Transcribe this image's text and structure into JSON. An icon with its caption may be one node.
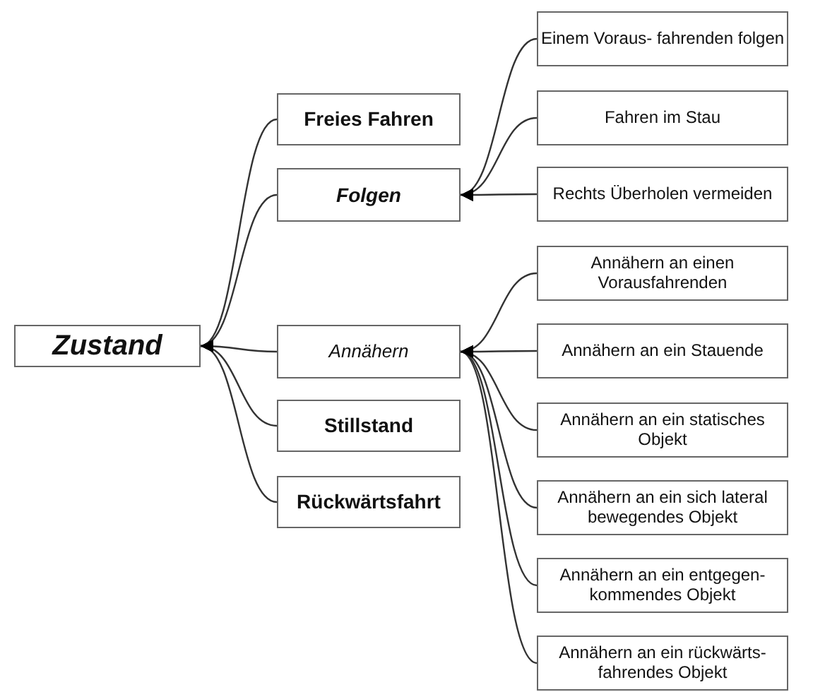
{
  "diagram": {
    "nodes": [
      {
        "text": [
          "Zustand"
        ]
      },
      {
        "text": [
          "Freies Fahren"
        ]
      },
      {
        "text": [
          "Folgen"
        ]
      },
      {
        "text": [
          "Annähern"
        ]
      },
      {
        "text": [
          "Stillstand"
        ]
      },
      {
        "text": [
          "Rückwärtsfahrt"
        ]
      },
      {
        "text": [
          "Einem Voraus- fahrenden folgen"
        ]
      },
      {
        "text": [
          "Fahren im Stau"
        ]
      },
      {
        "text": [
          "Rechts Überholen vermeiden"
        ]
      },
      {
        "text": [
          "Annähern an einen Vorausfahrenden"
        ]
      },
      {
        "text": [
          "Annähern an ein Stauende"
        ]
      },
      {
        "text": [
          "Annähern an ein statisches Objekt"
        ]
      },
      {
        "text": [
          "Annähern an ein sich lateral bewegendes Objekt"
        ]
      },
      {
        "text": [
          "Annähern an ein entgegen- kommendes Objekt"
        ]
      },
      {
        "text": [
          "Annähern an ein rückwärts- fahrendes Objekt"
        ]
      }
    ],
    "edges": [
      {
        "from": 1,
        "to": 0,
        "arrow": "to"
      },
      {
        "from": 2,
        "to": 0,
        "arrow": "to"
      },
      {
        "from": 3,
        "to": 0,
        "arrow": "to"
      },
      {
        "from": 4,
        "to": 0,
        "arrow": "to"
      },
      {
        "from": 5,
        "to": 0,
        "arrow": "to"
      },
      {
        "from": 6,
        "to": 2,
        "arrow": "to"
      },
      {
        "from": 7,
        "to": 2,
        "arrow": "to"
      },
      {
        "from": 8,
        "to": 2,
        "arrow": "to"
      },
      {
        "from": 9,
        "to": 3,
        "arrow": "to"
      },
      {
        "from": 10,
        "to": 3,
        "arrow": "to"
      },
      {
        "from": 11,
        "to": 3,
        "arrow": "to"
      },
      {
        "from": 12,
        "to": 3,
        "arrow": "to"
      },
      {
        "from": 13,
        "to": 3,
        "arrow": "to"
      },
      {
        "from": 14,
        "to": 3,
        "arrow": "to"
      }
    ]
  }
}
